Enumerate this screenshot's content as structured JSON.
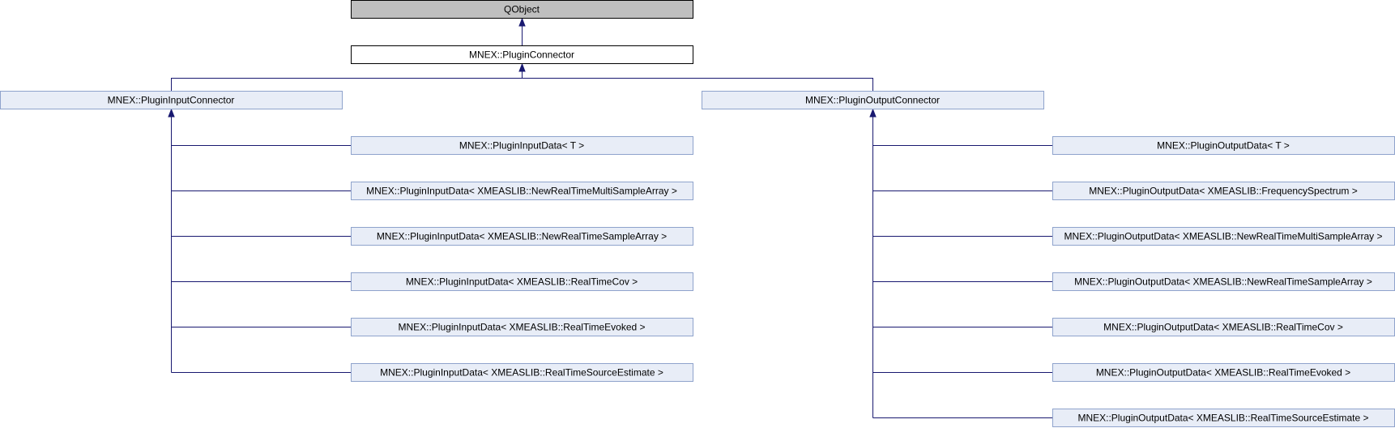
{
  "diagram": {
    "nodes": [
      {
        "id": "qobject",
        "label": "QObject",
        "style": "current"
      },
      {
        "id": "plugin-connector",
        "label": "MNEX::PluginConnector",
        "style": "plain"
      },
      {
        "id": "plugin-input-connector",
        "label": "MNEX::PluginInputConnector",
        "style": "derived"
      },
      {
        "id": "plugin-output-connector",
        "label": "MNEX::PluginOutputConnector",
        "style": "derived"
      },
      {
        "id": "in-t",
        "label": "MNEX::PluginInputData< T >",
        "style": "derived"
      },
      {
        "id": "in-multisample",
        "label": "MNEX::PluginInputData< XMEASLIB::NewRealTimeMultiSampleArray >",
        "style": "derived"
      },
      {
        "id": "in-sample",
        "label": "MNEX::PluginInputData< XMEASLIB::NewRealTimeSampleArray >",
        "style": "derived"
      },
      {
        "id": "in-cov",
        "label": "MNEX::PluginInputData< XMEASLIB::RealTimeCov >",
        "style": "derived"
      },
      {
        "id": "in-evoked",
        "label": "MNEX::PluginInputData< XMEASLIB::RealTimeEvoked >",
        "style": "derived"
      },
      {
        "id": "in-source",
        "label": "MNEX::PluginInputData< XMEASLIB::RealTimeSourceEstimate >",
        "style": "derived"
      },
      {
        "id": "out-t",
        "label": "MNEX::PluginOutputData< T >",
        "style": "derived"
      },
      {
        "id": "out-frequency",
        "label": "MNEX::PluginOutputData< XMEASLIB::FrequencySpectrum >",
        "style": "derived"
      },
      {
        "id": "out-multisample",
        "label": "MNEX::PluginOutputData< XMEASLIB::NewRealTimeMultiSampleArray >",
        "style": "derived"
      },
      {
        "id": "out-sample",
        "label": "MNEX::PluginOutputData< XMEASLIB::NewRealTimeSampleArray >",
        "style": "derived"
      },
      {
        "id": "out-cov",
        "label": "MNEX::PluginOutputData< XMEASLIB::RealTimeCov >",
        "style": "derived"
      },
      {
        "id": "out-evoked",
        "label": "MNEX::PluginOutputData< XMEASLIB::RealTimeEvoked >",
        "style": "derived"
      },
      {
        "id": "out-source",
        "label": "MNEX::PluginOutputData< XMEASLIB::RealTimeSourceEstimate >",
        "style": "derived"
      }
    ],
    "edges": [
      {
        "from": "plugin-connector",
        "to": "qobject"
      },
      {
        "from": "plugin-input-connector",
        "to": "plugin-connector"
      },
      {
        "from": "plugin-output-connector",
        "to": "plugin-connector"
      },
      {
        "from": "in-t",
        "to": "plugin-input-connector"
      },
      {
        "from": "in-multisample",
        "to": "plugin-input-connector"
      },
      {
        "from": "in-sample",
        "to": "plugin-input-connector"
      },
      {
        "from": "in-cov",
        "to": "plugin-input-connector"
      },
      {
        "from": "in-evoked",
        "to": "plugin-input-connector"
      },
      {
        "from": "in-source",
        "to": "plugin-input-connector"
      },
      {
        "from": "out-t",
        "to": "plugin-output-connector"
      },
      {
        "from": "out-frequency",
        "to": "plugin-output-connector"
      },
      {
        "from": "out-multisample",
        "to": "plugin-output-connector"
      },
      {
        "from": "out-sample",
        "to": "plugin-output-connector"
      },
      {
        "from": "out-cov",
        "to": "plugin-output-connector"
      },
      {
        "from": "out-evoked",
        "to": "plugin-output-connector"
      },
      {
        "from": "out-source",
        "to": "plugin-output-connector"
      }
    ],
    "colors": {
      "edge": "#191970",
      "current_fill": "#bfbfbf",
      "derived_fill": "#e8edf7",
      "derived_stroke": "#8fa3cc"
    }
  }
}
